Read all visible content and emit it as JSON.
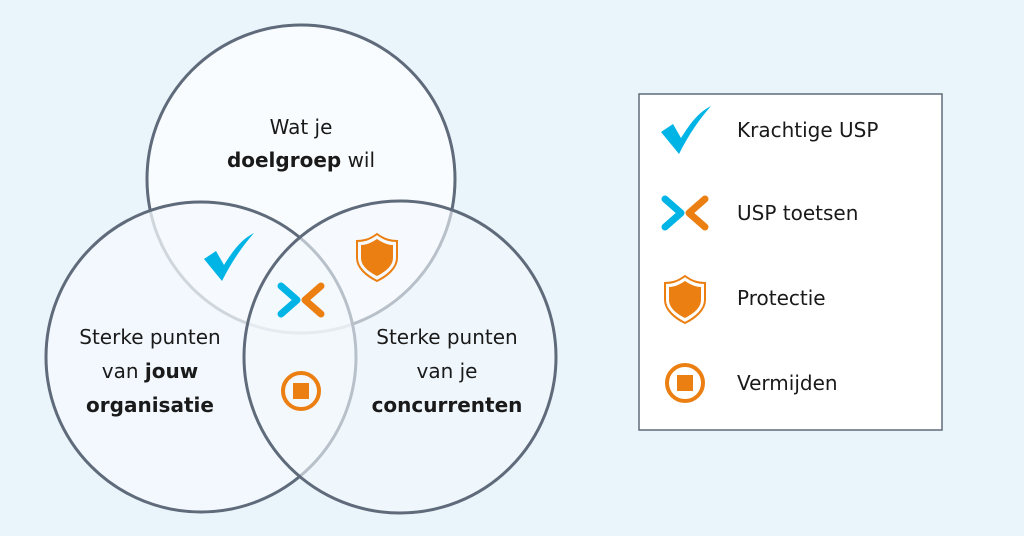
{
  "colors": {
    "background": "#eaf4fb",
    "circle_stroke": "#5f6b7a",
    "blue": "#00b4e6",
    "orange": "#ec7f12"
  },
  "circles": {
    "top": {
      "line1": "Wat je",
      "line2_bold": "doelgroep",
      "line2_rest": " wil"
    },
    "left": {
      "line1": "Sterke punten",
      "line2_rest": "van ",
      "line2_bold": "jouw",
      "line3_bold": "organisatie"
    },
    "right": {
      "line1": "Sterke punten",
      "line2": "van je",
      "line3_bold": "concurrenten"
    }
  },
  "regions": {
    "top_left": "check-icon",
    "top_right": "shield-icon",
    "center": "usp-test-icon",
    "left_right": "stop-icon"
  },
  "legend": [
    {
      "icon": "check-icon",
      "label": "Krachtige USP"
    },
    {
      "icon": "usp-test-icon",
      "label": "USP toetsen"
    },
    {
      "icon": "shield-icon",
      "label": "Protectie"
    },
    {
      "icon": "stop-icon",
      "label": "Vermijden"
    }
  ]
}
